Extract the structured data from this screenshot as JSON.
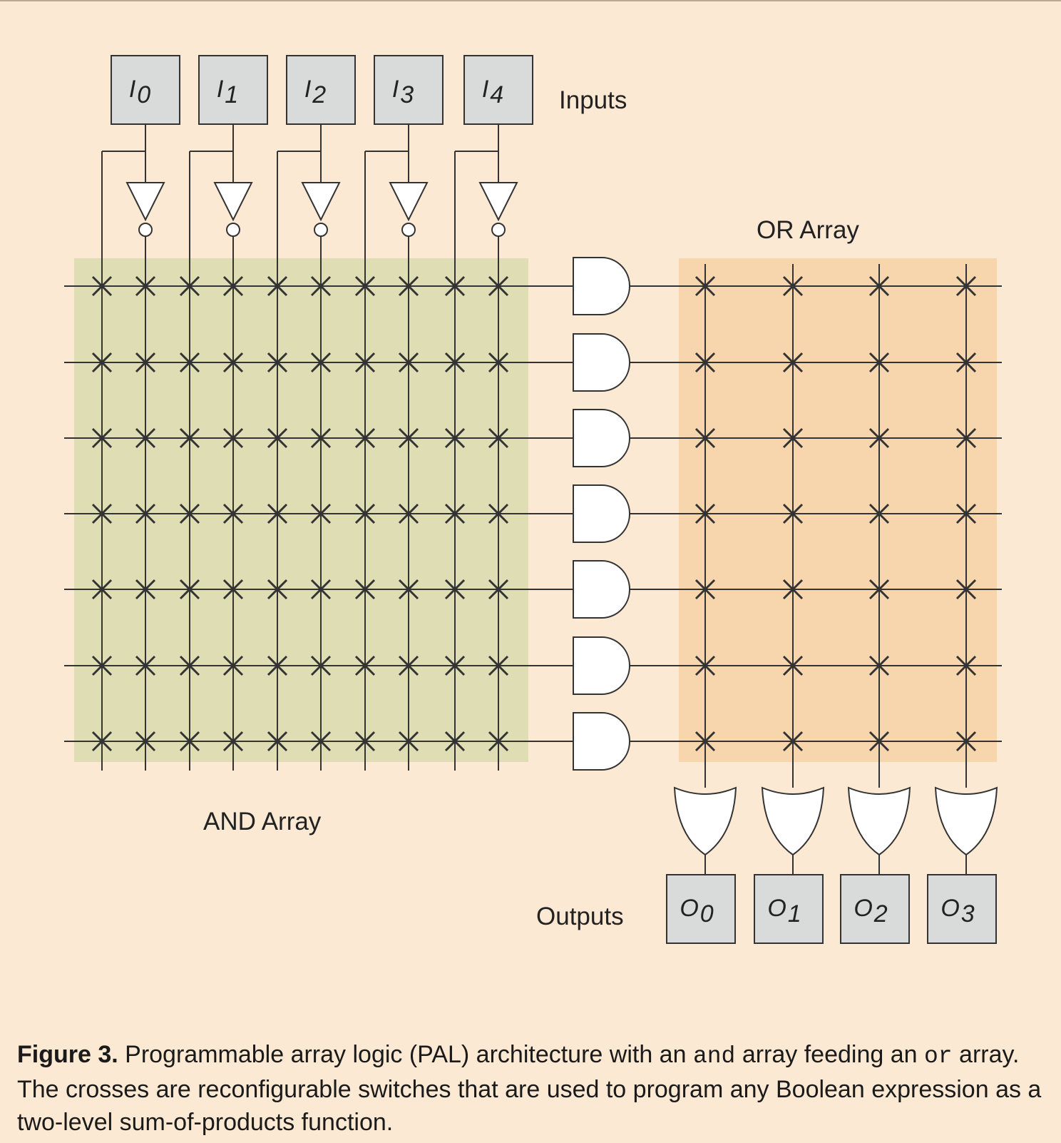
{
  "diagram": {
    "inputs": [
      {
        "letter": "I",
        "index": "0"
      },
      {
        "letter": "I",
        "index": "1"
      },
      {
        "letter": "I",
        "index": "2"
      },
      {
        "letter": "I",
        "index": "3"
      },
      {
        "letter": "I",
        "index": "4"
      }
    ],
    "outputs": [
      {
        "letter": "O",
        "index": "0"
      },
      {
        "letter": "O",
        "index": "1"
      },
      {
        "letter": "O",
        "index": "2"
      },
      {
        "letter": "O",
        "index": "3"
      }
    ],
    "labels": {
      "inputs": "Inputs",
      "or_array": "OR Array",
      "and_array": "AND Array",
      "outputs": "Outputs"
    },
    "product_terms": 7,
    "colors": {
      "background": "#fce9d3",
      "and_region": "#dfddb4",
      "or_region": "#f7d5ad",
      "box_fill": "#d9dada",
      "line": "#333333"
    }
  },
  "caption": {
    "figure_label": "Figure 3.",
    "text_1": " Programmable array logic (PAL) architecture with an ",
    "code_and": "and",
    "text_2": " array feeding an ",
    "code_or": "or",
    "text_3": " array. The crosses are reconfigurable switches that are used to program any Boolean expression as a two-level sum-of-products function."
  }
}
